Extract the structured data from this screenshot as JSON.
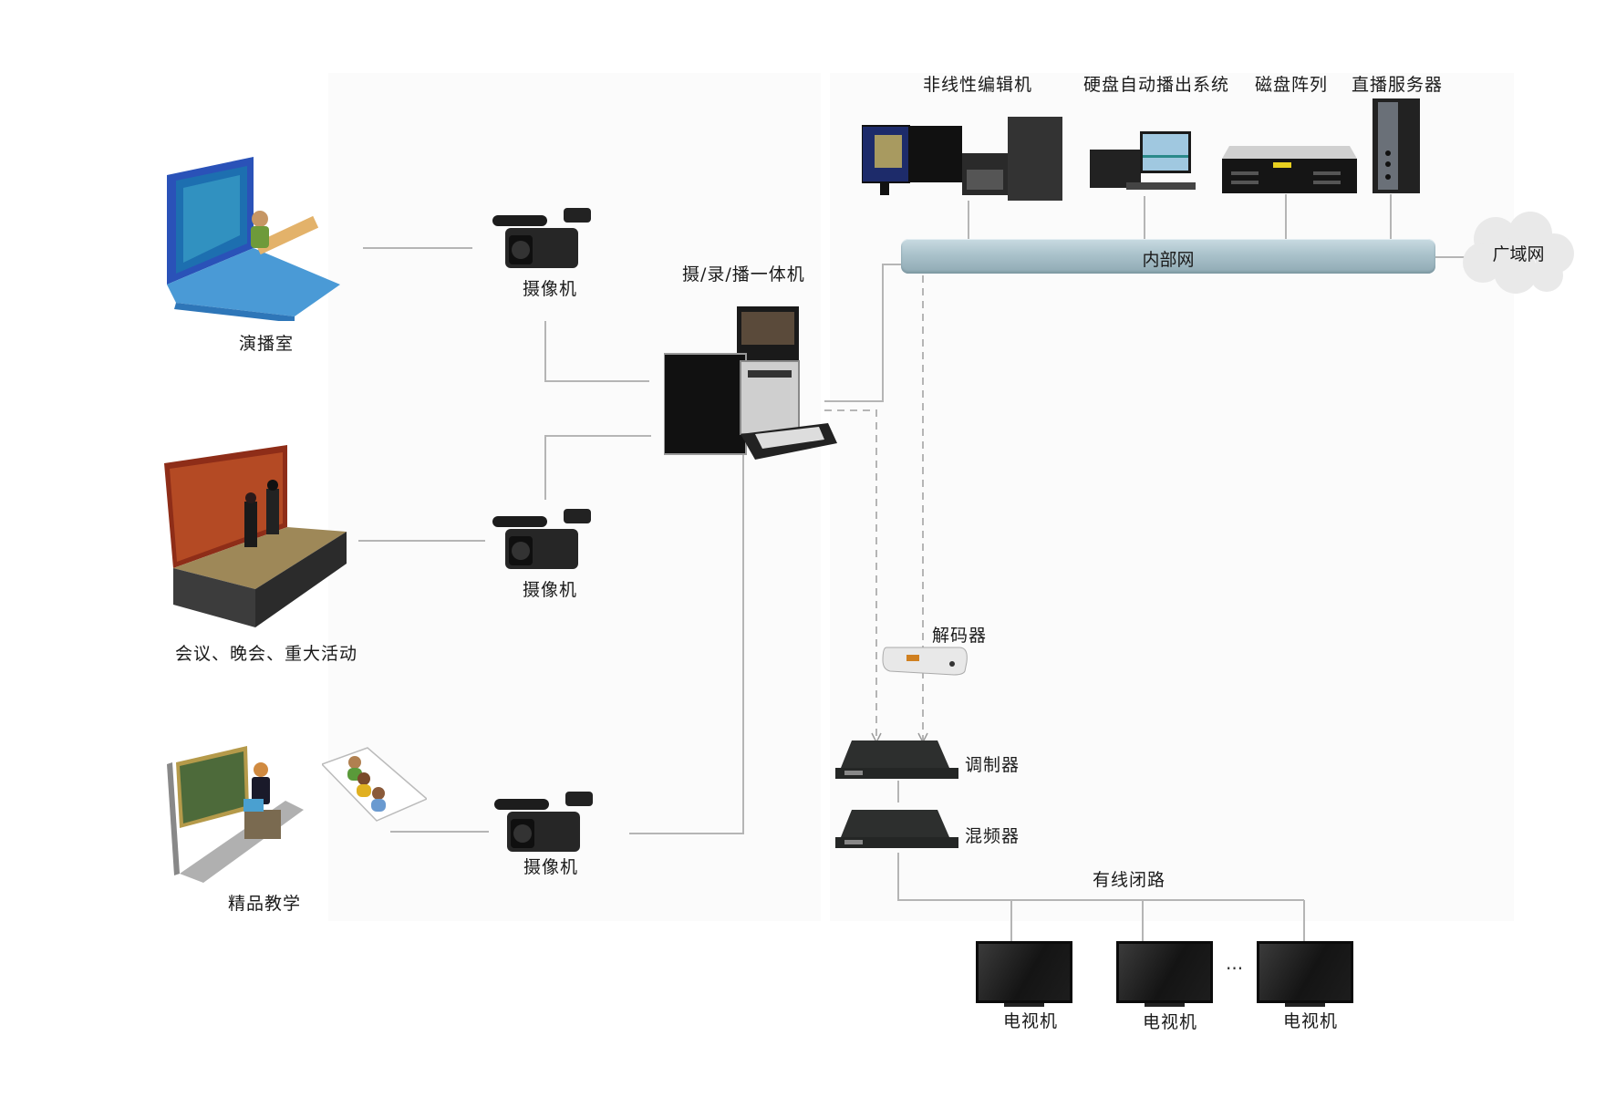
{
  "diagram": {
    "sources": [
      {
        "id": "studio",
        "label": "演播室"
      },
      {
        "id": "events",
        "label": "会议、晚会、重大活动"
      },
      {
        "id": "teaching",
        "label": "精品教学"
      }
    ],
    "cameras": [
      {
        "label": "摄像机"
      },
      {
        "label": "摄像机"
      },
      {
        "label": "摄像机"
      }
    ],
    "central_unit": {
      "label": "摄/录/播一体机"
    },
    "internal_network": {
      "label": "内部网"
    },
    "wan": {
      "label": "广域网"
    },
    "network_devices": [
      {
        "label": "非线性编辑机"
      },
      {
        "label": "硬盘自动播出系统"
      },
      {
        "label": "磁盘阵列"
      },
      {
        "label": "直播服务器"
      }
    ],
    "decoder": {
      "label": "解码器"
    },
    "modulator": {
      "label": "调制器"
    },
    "mixer": {
      "label": "混频器"
    },
    "cable_loop": {
      "label": "有线闭路"
    },
    "tvs": [
      {
        "label": "电视机"
      },
      {
        "label": "电视机"
      },
      {
        "label": "电视机"
      }
    ],
    "ellipsis": "···",
    "colors": {
      "line": "#b5b5b5",
      "bus": "#a7bfc8",
      "cloud": "#e9e9e9",
      "device_dark": "#1e1e1e"
    }
  }
}
